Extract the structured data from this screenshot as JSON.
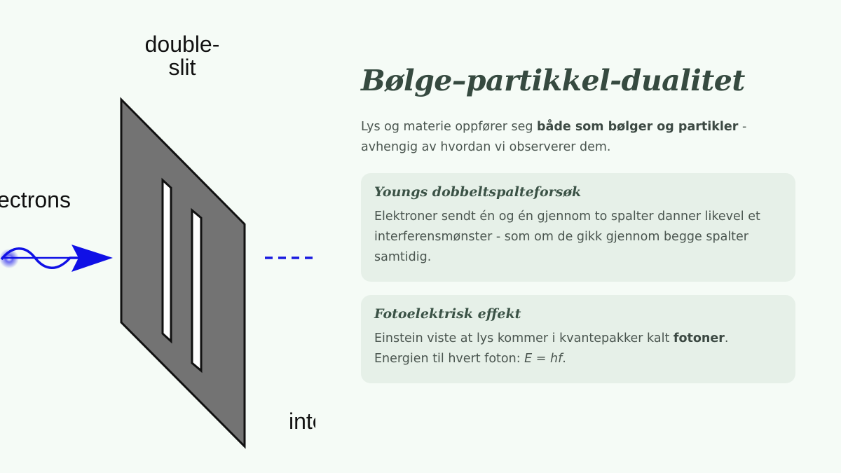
{
  "diagram": {
    "label_slit_line1": "double-",
    "label_slit_line2": "slit",
    "label_electrons": "ectrons",
    "label_interference": "inte",
    "colors": {
      "slit_plate": "#737373",
      "wave": "#1010e6",
      "dashed_line": "#1a1ae0"
    }
  },
  "title": "Bølge–partikkel-dualitet",
  "intro": {
    "text_before": "Lys og materie oppfører seg ",
    "text_bold": "både som bølger og partikler",
    "text_after": " - avhengig av hvordan vi observerer dem."
  },
  "cards": [
    {
      "title": "Youngs dobbeltspalteforsøk",
      "body": "Elektroner sendt én og én gjennom to spalter danner likevel et interferensmønster - som om de gikk gjennom begge spalter samtidig."
    },
    {
      "title": "Fotoelektrisk effekt",
      "body_before": "Einstein viste at lys kommer i kvantepakker kalt ",
      "body_bold": "fotoner",
      "body_middle": ". Energien til hvert foton: ",
      "body_formula": "E = hf",
      "body_after": "."
    }
  ],
  "colors": {
    "background": "#f5fbf6",
    "card_background": "#e6f0e8",
    "title": "#364a40",
    "text": "#4a554f"
  }
}
